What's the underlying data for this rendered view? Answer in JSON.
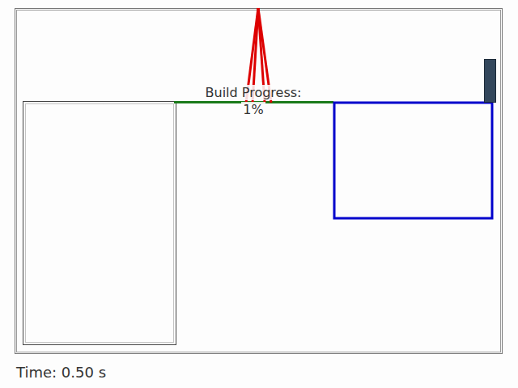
{
  "diagram": {
    "labels": [
      "Build Progress:",
      "1%",
      "Time: 0.50 s"
    ]
  }
}
